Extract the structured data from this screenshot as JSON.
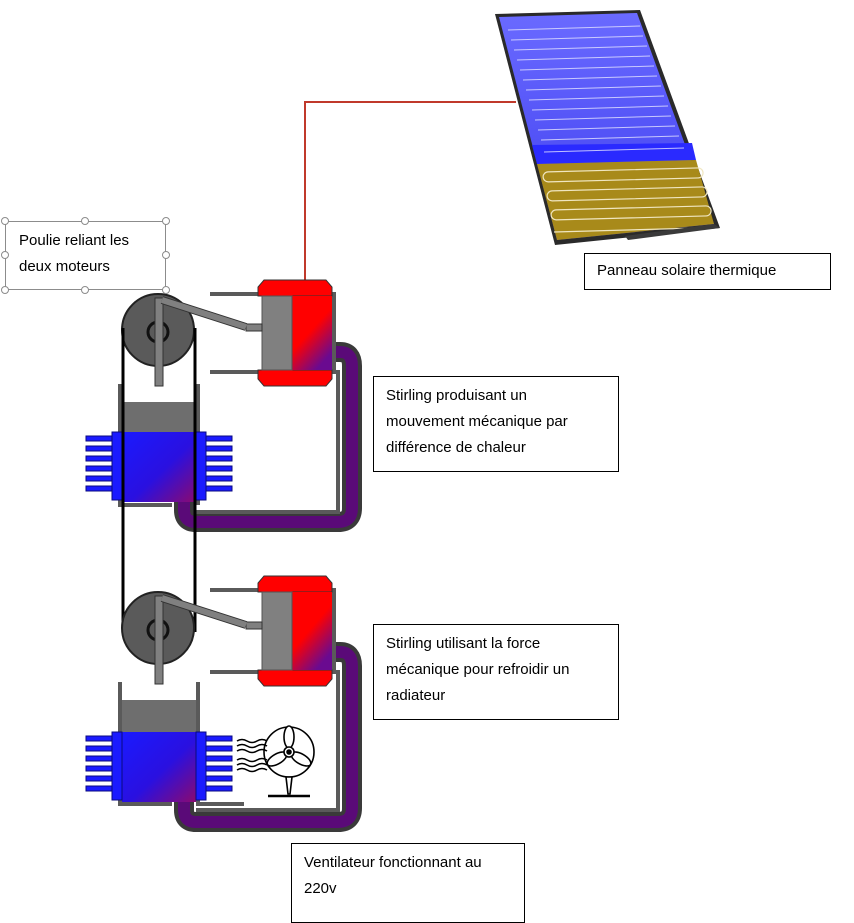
{
  "labels": {
    "pulley": "Poulie reliant les deux moteurs",
    "solar_panel": "Panneau solaire thermique",
    "stirling_top": "Stirling produisant un mouvement mécanique par différence de chaleur",
    "stirling_bottom": "Stirling utilisant la force mécanique pour refroidir un radiateur",
    "fan": "Ventilateur fonctionnant au 220v"
  },
  "colors": {
    "hot": "#ff0000",
    "cold": "#1a1aff",
    "pipe": "#5a0a78",
    "metal": "#5a5a5a",
    "piston": "#808080",
    "connector_line": "#c0392b",
    "panel_blue": "#3b3bff",
    "panel_gold": "#a88a1a"
  },
  "icons": {
    "fan": "fan-icon",
    "airflow": "airflow-waves-icon",
    "solar_panel": "solar-panel-icon",
    "stirling_engine": "stirling-engine-icon",
    "pulley": "pulley-icon"
  }
}
